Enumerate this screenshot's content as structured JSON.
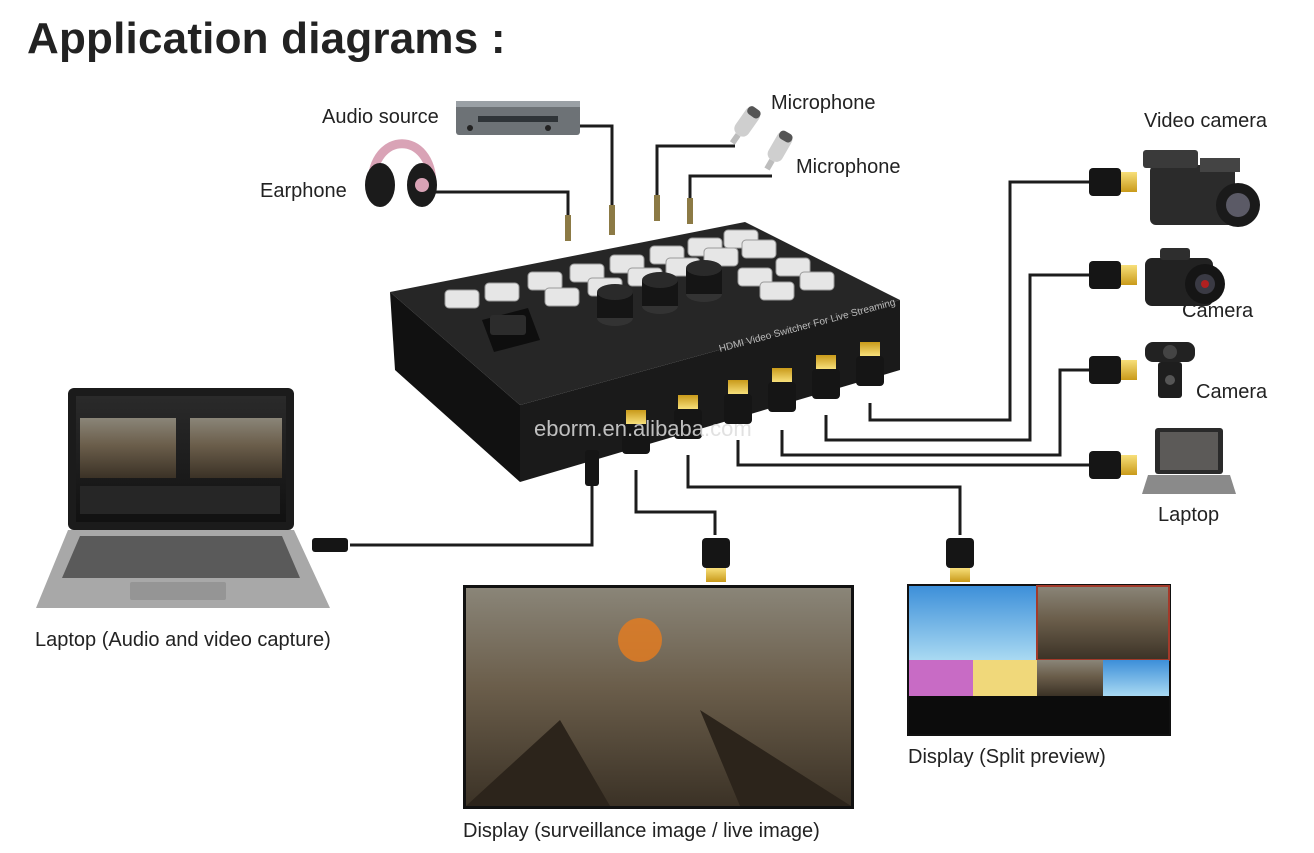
{
  "title": "Application diagrams :",
  "labels": {
    "audio_source": "Audio source",
    "earphone": "Earphone",
    "microphone_1": "Microphone",
    "microphone_2": "Microphone",
    "video_camera": "Video camera",
    "camera_1": "Camera",
    "camera_2": "Camera",
    "laptop_right": "Laptop",
    "laptop_capture": "Laptop (Audio and video capture)",
    "display_live": "Display (surveillance image / live image)",
    "display_split": "Display (Split preview)"
  },
  "switcher": {
    "front_text": "HDMI Video Switcher For Live Streaming",
    "ports": [
      "USB-C",
      "HDMI Out2",
      "HDMI Out1",
      "HDMI In4",
      "HDMI In3",
      "HDMI In2",
      "HDMI In1"
    ]
  },
  "watermark": "eborm.en.alibaba.com",
  "colors": {
    "cable": "#1c1c1c",
    "device_body": "#1e1e1e",
    "button": "#e6e6e6",
    "hdmi_gold": "#e9c23a",
    "split_border": "#a33a2a"
  }
}
